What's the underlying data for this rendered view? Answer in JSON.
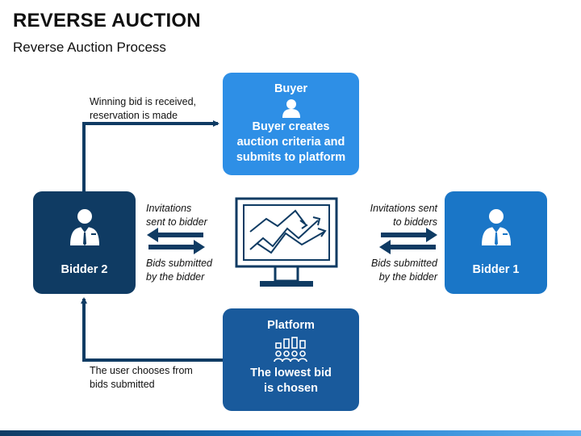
{
  "title": "REVERSE AUCTION",
  "subtitle": "Reverse Auction Process",
  "buyer": {
    "title": "Buyer",
    "body_lines": [
      "Buyer creates",
      "auction criteria and",
      "submits to platform"
    ],
    "icon": "person-icon"
  },
  "platform": {
    "title": "Platform",
    "body_lines": [
      "The lowest bid",
      "is chosen"
    ],
    "icon": "bidders-icon"
  },
  "bidder2": {
    "label": "Bidder 2",
    "icon": "businessman-icon"
  },
  "bidder1": {
    "label": "Bidder 1",
    "icon": "businessman-icon"
  },
  "labels": {
    "winning_bid": [
      "Winning bid is received,",
      "reservation is made"
    ],
    "user_chooses": [
      "The user chooses from",
      "bids submitted"
    ],
    "invitations_left": [
      "Invitations",
      "sent to bidder"
    ],
    "bids_left": [
      "Bids submitted",
      "by the bidder"
    ],
    "invitations_right": [
      "Invitations sent",
      "to bidders"
    ],
    "bids_right": [
      "Bids submitted",
      "by the bidder"
    ]
  },
  "center_icon": "monitor-chart-icon",
  "colors": {
    "buyer": "#2e8fe6",
    "platform": "#195a9c",
    "bidder2": "#0f3b63",
    "bidder1": "#1a76c7",
    "arrow": "#0f3b63"
  }
}
